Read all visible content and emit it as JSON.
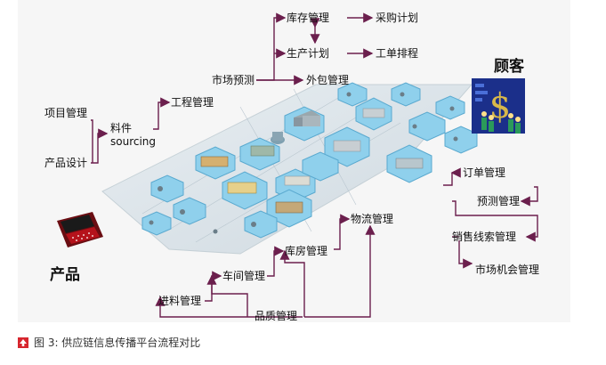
{
  "labels": {
    "kucun": "库存管理",
    "caigou": "采购计划",
    "shengchan": "生产计划",
    "gongdan": "工单排程",
    "shichang_yuce": "市场预测",
    "waibao": "外包管理",
    "xiangmu": "项目管理",
    "liaojian": "料件",
    "sourcing": "sourcing",
    "gongcheng": "工程管理",
    "chanpin_sheji": "产品设计",
    "dingdan": "订单管理",
    "yuce": "预测管理",
    "xiaoshou": "销售线索管理",
    "shichang_jihui": "市场机会管理",
    "wuliu": "物流管理",
    "kufang": "库房管理",
    "chejian": "车间管理",
    "jinliao": "进料管理",
    "pinzhi": "品质管理"
  },
  "titles": {
    "guke": "顾客",
    "chanpin": "产品"
  },
  "caption": "图 3: 供应链信息传播平台流程对比",
  "colors": {
    "arrow": "#6b1f4d",
    "hex": "#8fd0ec",
    "caption_icon": "#d7262e"
  }
}
